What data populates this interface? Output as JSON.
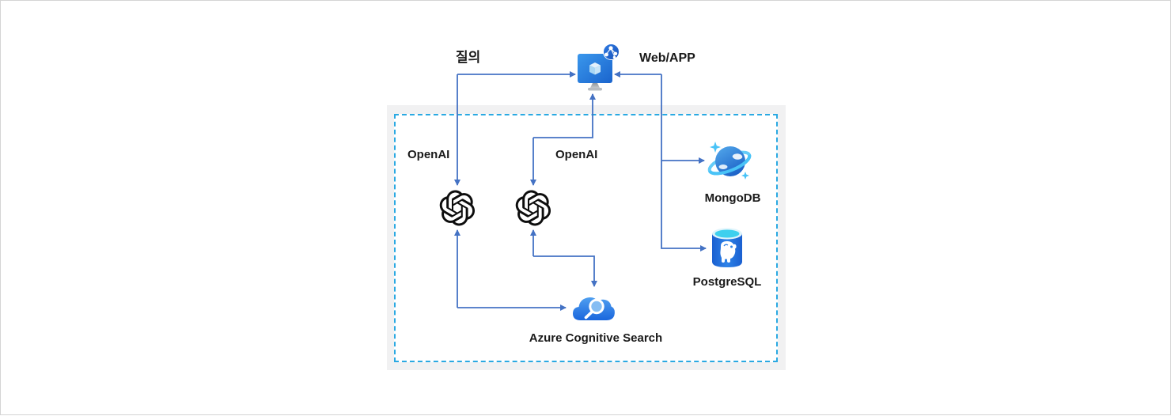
{
  "diagram": {
    "title": "Azure OpenAI RAG architecture diagram",
    "labels": {
      "query": "질의",
      "web_app": "Web/APP",
      "openai_left": "OpenAI",
      "openai_center": "OpenAI",
      "azure_cognitive_search": "Azure Cognitive Search",
      "mongodb": "MongoDB",
      "postgresql": "PostgreSQL"
    },
    "icons": [
      {
        "name": "web-app-monitor-icon",
        "meaning": "Web/APP frontend (monitor with cube and globe badge)"
      },
      {
        "name": "openai-logo-icon",
        "meaning": "OpenAI model (left)"
      },
      {
        "name": "openai-logo-icon",
        "meaning": "OpenAI model (center)"
      },
      {
        "name": "azure-cognitive-search-icon",
        "meaning": "Azure Cognitive Search (cloud with magnifier)"
      },
      {
        "name": "mongodb-planet-icon",
        "meaning": "MongoDB (planet with ring and sparkles)"
      },
      {
        "name": "postgresql-cylinder-icon",
        "meaning": "PostgreSQL (database cylinder with elephant)"
      }
    ],
    "connections": [
      {
        "from": "query-corner",
        "to": "web-app-monitor",
        "label": "질의"
      },
      {
        "from": "query-corner",
        "to": "openai-left"
      },
      {
        "from": "openai-center",
        "to": "web-app-monitor"
      },
      {
        "from": "azure-cognitive-search",
        "to": "openai-left"
      },
      {
        "from": "azure-cognitive-search",
        "to": "openai-center"
      },
      {
        "from": "web-app-branch",
        "to": "web-app-monitor",
        "label": "Web/APP"
      },
      {
        "from": "web-app-branch",
        "to": "mongodb"
      },
      {
        "from": "web-app-branch",
        "to": "postgresql"
      }
    ]
  },
  "colors": {
    "arrow-color": "#4472c4",
    "dash-color": "#2aa9e2",
    "panel-bg": "#f1f1f2",
    "label-color": "#1a1a1a",
    "azure-blue": "#2b7de4",
    "cyan-accent": "#49c3f7",
    "openai-black": "#0d0d0d"
  }
}
